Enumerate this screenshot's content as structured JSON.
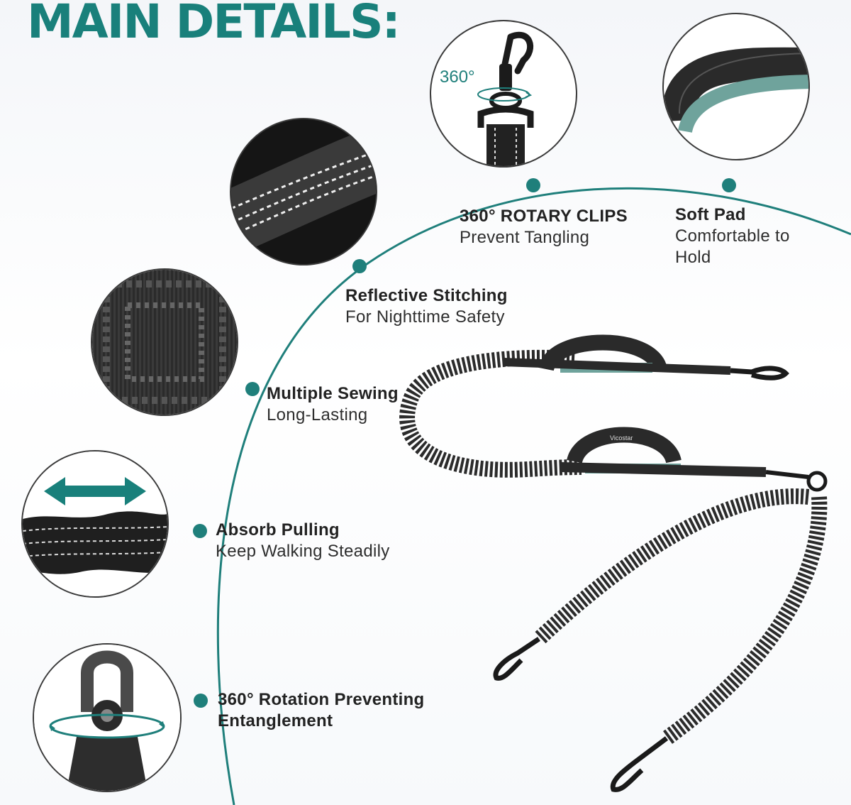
{
  "title": "MAIN DETAILS:",
  "colors": {
    "accent": "#19807b",
    "arc": "#1f7f7b",
    "pad": "#6fa39c",
    "strap": "#2a2a2a"
  },
  "features": [
    {
      "heading": "360°  ROTARY CLIPS",
      "sub": "Prevent Tangling"
    },
    {
      "heading": "Soft Pad",
      "sub": "Comfortable to",
      "sub2": "Hold"
    },
    {
      "heading": "Reflective Stitching",
      "sub": "For Nighttime Safety"
    },
    {
      "heading": "Multiple Sewing",
      "sub": "Long-Lasting"
    },
    {
      "heading": "Absorb Pulling",
      "sub": "Keep Walking Steadily"
    },
    {
      "heading": "360° Rotation Preventing",
      "heading2": "Entanglement"
    }
  ],
  "clip_badge": "360°",
  "brand": "Vicostar",
  "icons": [
    "clip-icon",
    "padded-handle-icon",
    "reflective-strap-icon",
    "webbing-icon",
    "stretch-arrows-icon",
    "swivel-ring-icon"
  ]
}
